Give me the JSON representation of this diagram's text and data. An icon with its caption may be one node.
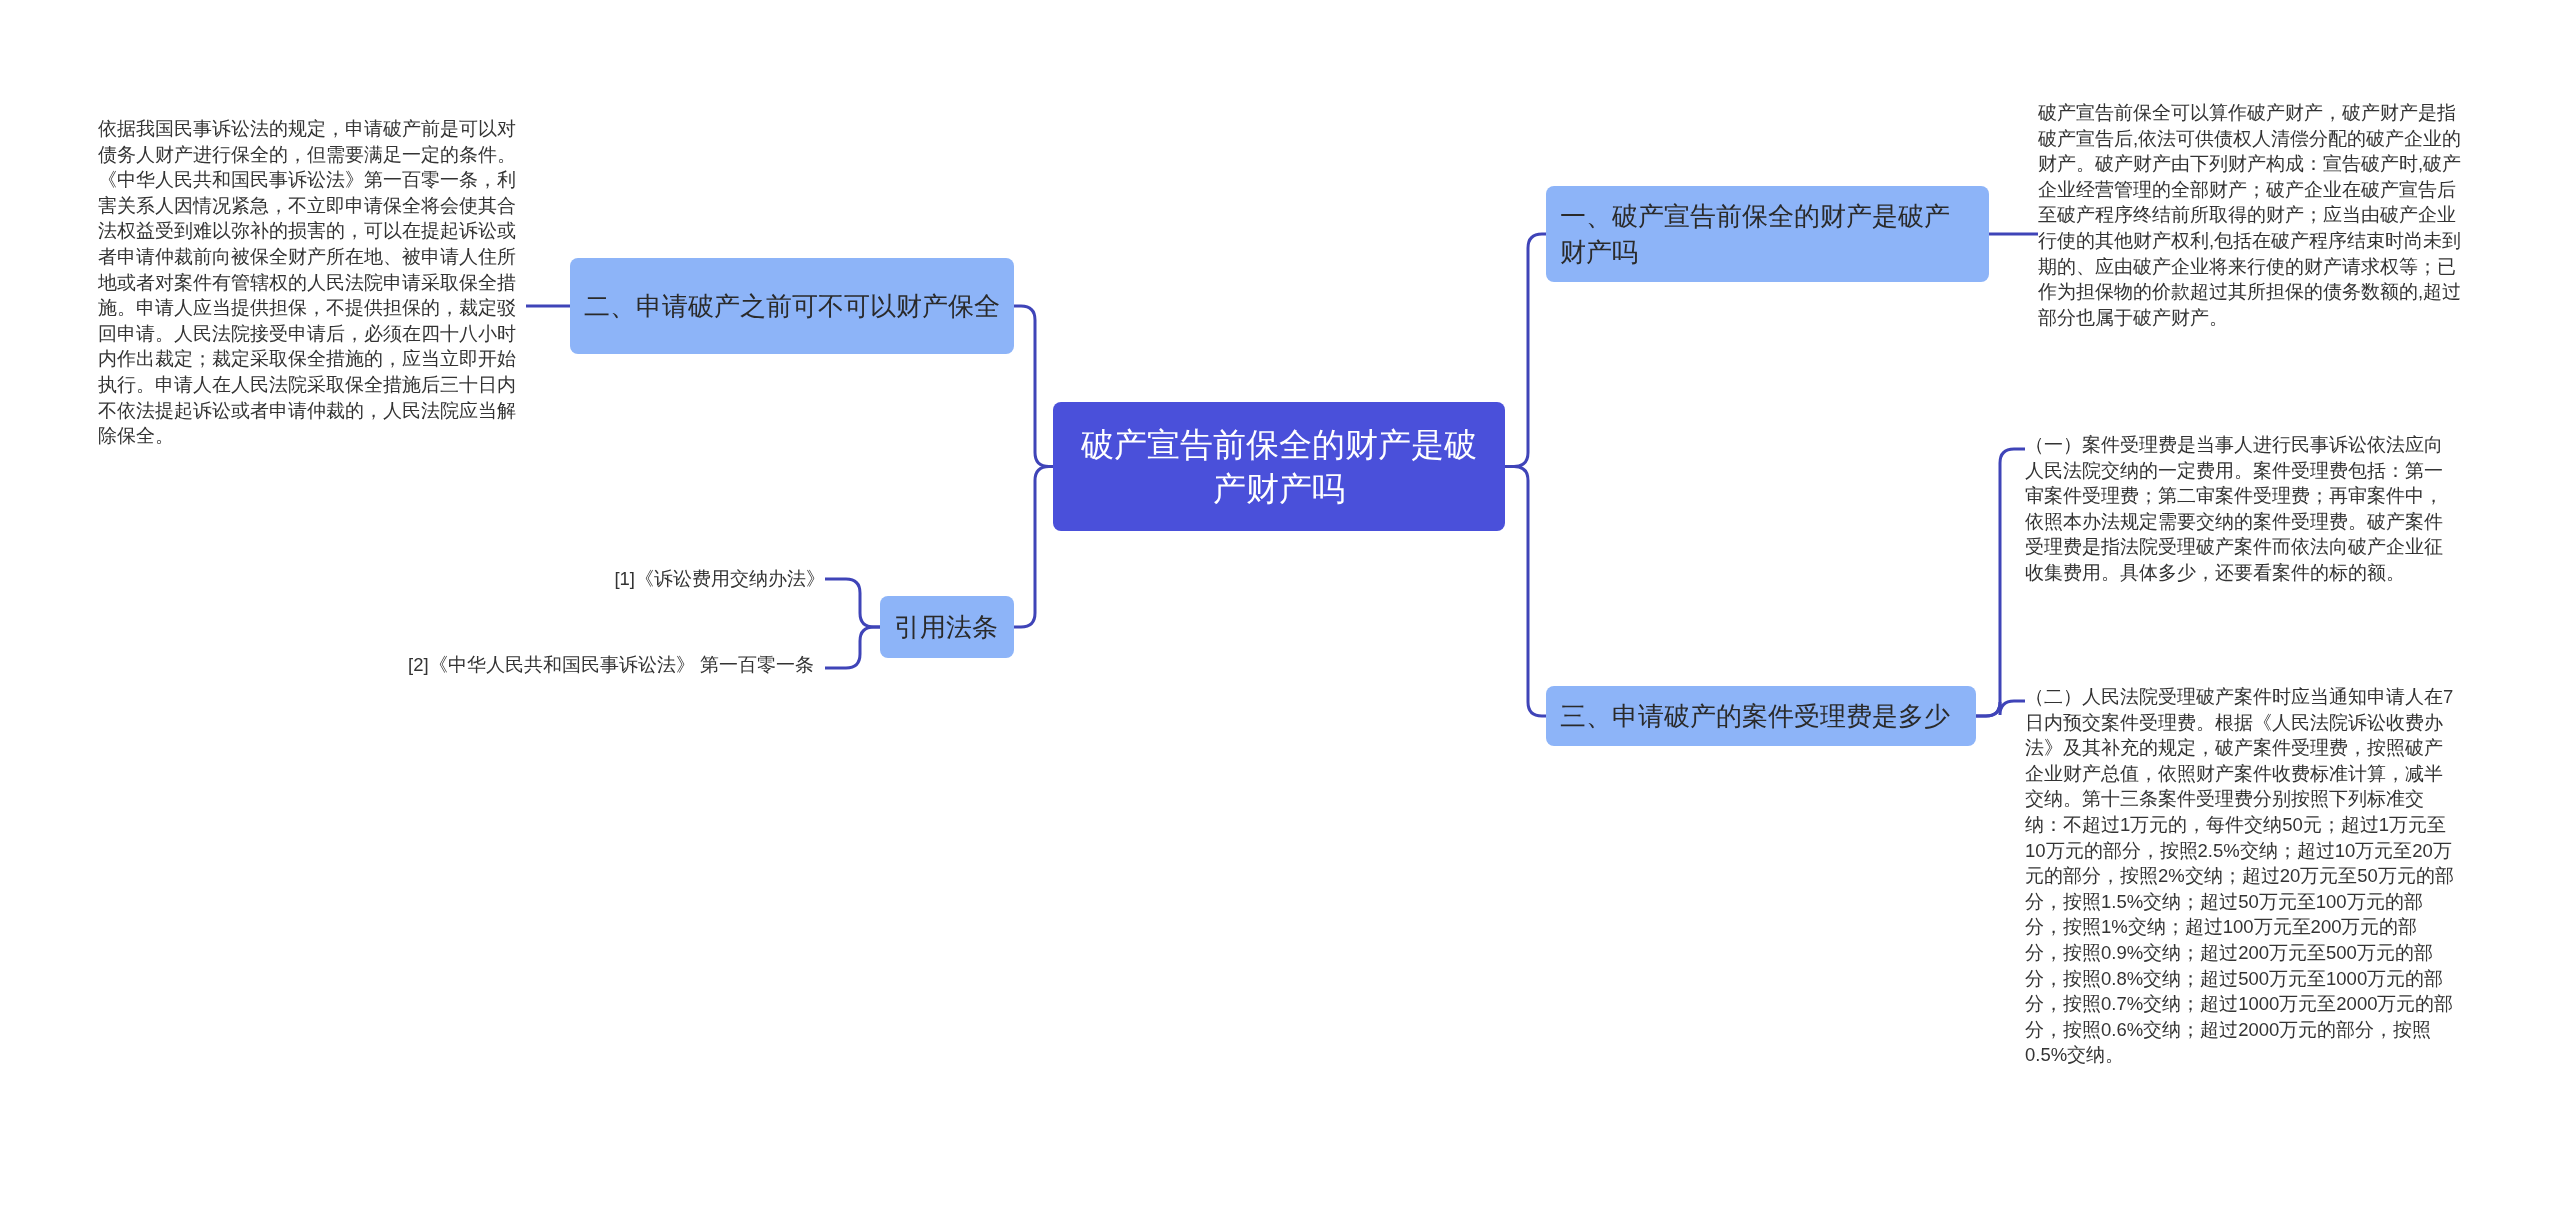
{
  "diagram": {
    "nodes": [
      {
        "text": [
          "破产宣告前保全的财产是破产财产吗"
        ]
      },
      {
        "text": [
          "一、破产宣告前保全的财产是破产财产吗"
        ]
      },
      {
        "text": [
          "破产宣告前保全可以算作破产财产，破产财产是指破产宣告后,依法可供债权人清偿分配的破产企业的财产。破产财产由下列财产构成：宣告破产时,破产企业经营管理的全部财产；破产企业在破产宣告后至破产程序终结前所取得的财产；应当由破产企业行使的其他财产权利,包括在破产程序结束时尚未到期的、应由破产企业将来行使的财产请求权等；已作为担保物的价款超过其所担保的债务数额的,超过部分也属于破产财产。"
        ]
      },
      {
        "text": [
          "三、申请破产的案件受理费是多少"
        ]
      },
      {
        "text": [
          "（一）案件受理费是当事人进行民事诉讼依法应向人民法院交纳的一定费用。案件受理费包括：第一审案件受理费；第二审案件受理费；再审案件中，依照本办法规定需要交纳的案件受理费。破产案件受理费是指法院受理破产案件而依法向破产企业征收集费用。具体多少，还要看案件的标的额。"
        ]
      },
      {
        "text": [
          "（二）人民法院受理破产案件时应当通知申请人在7日内预交案件受理费。根据《人民法院诉讼收费办法》及其补充的规定，破产案件受理费，按照破产企业财产总值，依照财产案件收费标准计算，减半交纳。第十三条案件受理费分别按照下列标准交纳：不超过1万元的，每件交纳50元；超过1万元至10万元的部分，按照2.5%交纳；超过10万元至20万元的部分，按照2%交纳；超过20万元至50万元的部分，按照1.5%交纳；超过50万元至100万元的部分，按照1%交纳；超过100万元至200万元的部分，按照0.9%交纳；超过200万元至500万元的部分，按照0.8%交纳；超过500万元至1000万元的部分，按照0.7%交纳；超过1000万元至2000万元的部分，按照0.6%交纳；超过2000万元的部分，按照0.5%交纳。"
        ]
      },
      {
        "text": [
          "二、申请破产之前可不可以财产保全"
        ]
      },
      {
        "text": [
          "依据我国民事诉讼法的规定，申请破产前是可以对债务人财产进行保全的，但需要满足一定的条件。《中华人民共和国民事诉讼法》第一百零一条，利害关系人因情况紧急，不立即申请保全将会使其合法权益受到难以弥补的损害的，可以在提起诉讼或者申请仲裁前向被保全财产所在地、被申请人住所地或者对案件有管辖权的人民法院申请采取保全措施。申请人应当提供担保，不提供担保的，裁定驳回申请。人民法院接受申请后，必须在四十八小时内作出裁定；裁定采取保全措施的，应当立即开始执行。申请人在人民法院采取保全措施后三十日内不依法提起诉讼或者申请仲裁的，人民法院应当解除保全。"
        ]
      },
      {
        "text": [
          "引用法条"
        ]
      },
      {
        "text": [
          "[1]《诉讼费用交纳办法》"
        ]
      },
      {
        "text": [
          "[2]《中华人民共和国民事诉讼法》 第一百零一条"
        ]
      }
    ],
    "edges": [
      {
        "from": 0,
        "to": 1,
        "arrow": "none"
      },
      {
        "from": 1,
        "to": 2,
        "arrow": "none"
      },
      {
        "from": 0,
        "to": 3,
        "arrow": "none"
      },
      {
        "from": 3,
        "to": 4,
        "arrow": "none"
      },
      {
        "from": 3,
        "to": 5,
        "arrow": "none"
      },
      {
        "from": 0,
        "to": 6,
        "arrow": "none"
      },
      {
        "from": 6,
        "to": 7,
        "arrow": "none"
      },
      {
        "from": 0,
        "to": 8,
        "arrow": "none"
      },
      {
        "from": 8,
        "to": 9,
        "arrow": "none"
      },
      {
        "from": 8,
        "to": 10,
        "arrow": "none"
      }
    ]
  }
}
